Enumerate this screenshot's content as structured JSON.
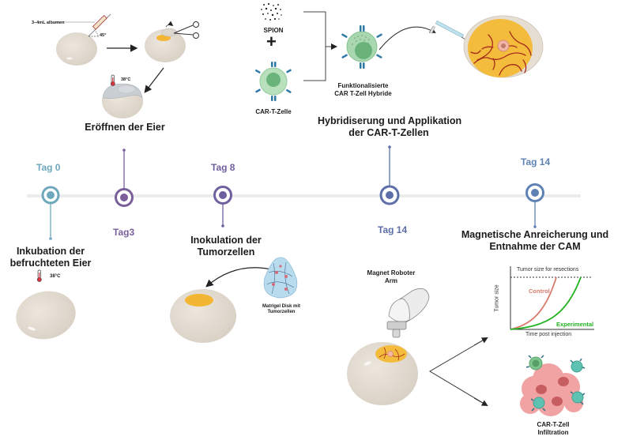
{
  "colors": {
    "timeline_axis": "#ececec",
    "tag0": "#6fa8bd",
    "tag3": "#7a5f9a",
    "tag8": "#6e5f9e",
    "tag14_a": "#5d6ea8",
    "tag14_b": "#5f82b4",
    "egg": "#e4ddd3",
    "yolk": "#f2b634",
    "vessel": "#a52a1a",
    "antibody": "#2e7aa6",
    "tcell": "#8fcf9a",
    "control_curve": "#d97b6c",
    "experimental_curve": "#22b11f"
  },
  "steps": {
    "opening": {
      "title": "Eröffnen der Eier",
      "albumen_label": "3–4mL albumen",
      "angle_label": "45°",
      "temperature": "38°C"
    },
    "hybrid": {
      "spion_label": "SPION",
      "plus": "+",
      "car_t_label": "CAR-T-Zelle",
      "hybrid_label_line1": "Funktionalisierte",
      "hybrid_label_line2": "CAR T-Zell Hybride",
      "title_line1": "Hybridiserung und Applikation",
      "title_line2": "der CAR-T-Zellen"
    },
    "incubation": {
      "title_line1": "Inkubation der",
      "title_line2": "befruchteten Eier",
      "temperature": "38°C"
    },
    "inoculation": {
      "title_line1": "Inokulation der",
      "title_line2": "Tumorzellen",
      "matrigel_line1": "Matrigel Disk mit",
      "matrigel_line2": "Tumorzellen"
    },
    "magnetic": {
      "title_line1": "Magnetische Anreicherung und",
      "title_line2": "Entnahme der CAM",
      "robot_line1": "Magnet Roboter",
      "robot_line2": "Arm",
      "infiltration_line1": "CAR-T-Zell",
      "infiltration_line2": "Infiltration"
    }
  },
  "timeline": [
    {
      "label": "Tag 0",
      "color_key": "tag0"
    },
    {
      "label": "Tag3",
      "color_key": "tag3"
    },
    {
      "label": "Tag 8",
      "color_key": "tag8"
    },
    {
      "label": "Tag 14",
      "color_key": "tag14_a"
    },
    {
      "label": "Tag 14",
      "color_key": "tag14_b"
    }
  ],
  "chart_data": {
    "type": "line",
    "title": "Tumor size for resections",
    "xlabel": "Time post injection",
    "ylabel": "Tumor size",
    "threshold_label": "Tumor size for resections",
    "series": [
      {
        "name": "Control",
        "shape": "fast exponential growth, reaches threshold early"
      },
      {
        "name": "Experimental",
        "shape": "slow exponential growth, reaches threshold late"
      }
    ],
    "grid": false,
    "legend": "inline labels"
  }
}
